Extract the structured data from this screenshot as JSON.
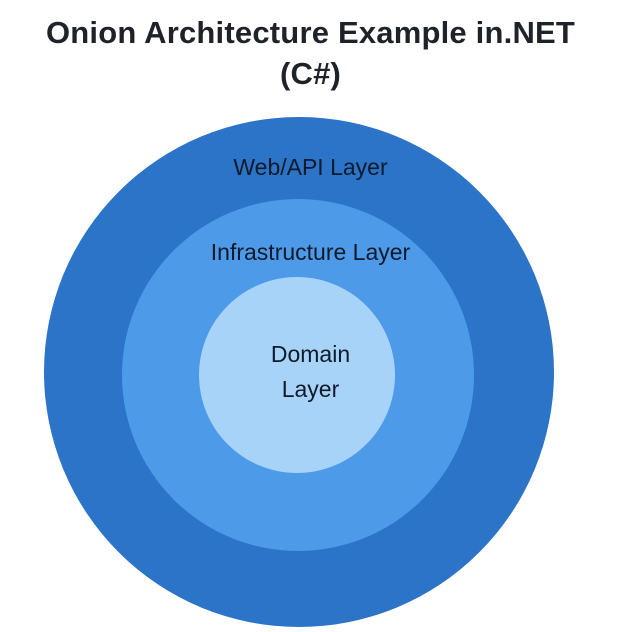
{
  "title": {
    "line1": "Onion Architecture Example in.NET",
    "line2": "(C#)"
  },
  "diagram": {
    "type": "onion-architecture",
    "layers": [
      {
        "label": "Web/API Layer",
        "color": "#2b74c8",
        "position": "outer"
      },
      {
        "label": "Infrastructure Layer",
        "color": "#4d9ae9",
        "position": "middle"
      },
      {
        "label": "Domain Layer",
        "color": "#a7d3f8",
        "position": "inner"
      }
    ]
  },
  "colors": {
    "background": "#ffffff",
    "title_text": "#1f2329",
    "label_text": "#0f1a2b"
  }
}
